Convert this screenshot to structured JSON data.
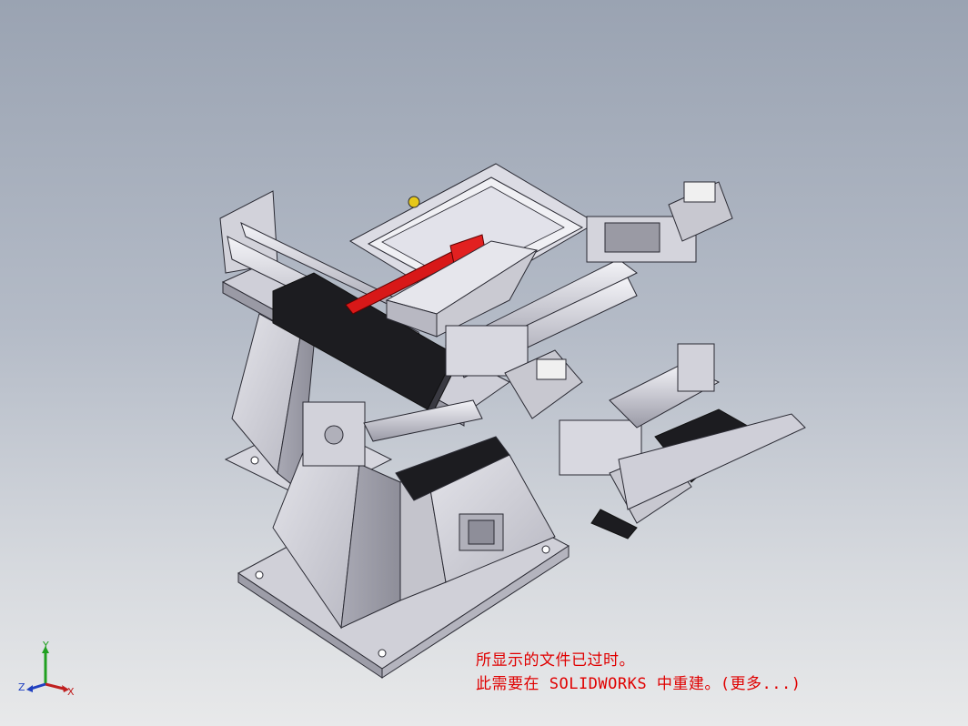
{
  "viewport": {
    "background_top": "#9aa3b2",
    "background_bottom": "#e8e9ea"
  },
  "notice": {
    "line1": "所显示的文件已过时。",
    "line2": "此需要在 SOLIDWORKS 中重建。(更多...)",
    "color": "#e00000"
  },
  "triad": {
    "y_label": "Y",
    "z_label": "Z",
    "x_label": "X"
  }
}
